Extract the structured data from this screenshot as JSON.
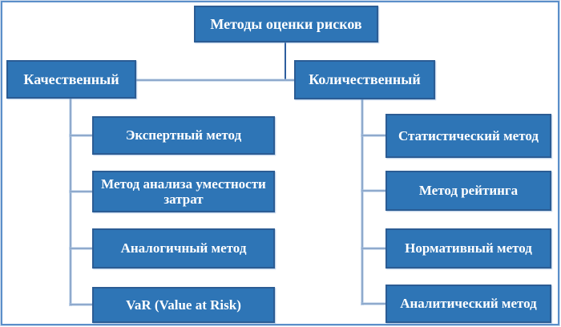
{
  "diagram": {
    "title": "Методы оценки рисков",
    "root": {
      "label": "Методы оценки рисков"
    },
    "branches": [
      {
        "label": "Качественный",
        "children": [
          {
            "label": "Экспертный метод"
          },
          {
            "label": "Метод анализа уместности затрат"
          },
          {
            "label": "Аналогичный метод"
          },
          {
            "label": "VaR (Value at Risk)"
          }
        ]
      },
      {
        "label": "Количественный",
        "children": [
          {
            "label": "Статистический метод"
          },
          {
            "label": "Метод рейтинга"
          },
          {
            "label": "Нормативный метод"
          },
          {
            "label": "Аналитический метод"
          }
        ]
      }
    ],
    "colors": {
      "box_fill": "#2E75B6",
      "box_border": "#2B5C94",
      "box_text": "#FFFFFF",
      "connector_light": "#8FAACD",
      "connector_dark": "#2E5E9E",
      "outer_border": "#5B8FC9",
      "background": "#FFFFFF"
    }
  }
}
